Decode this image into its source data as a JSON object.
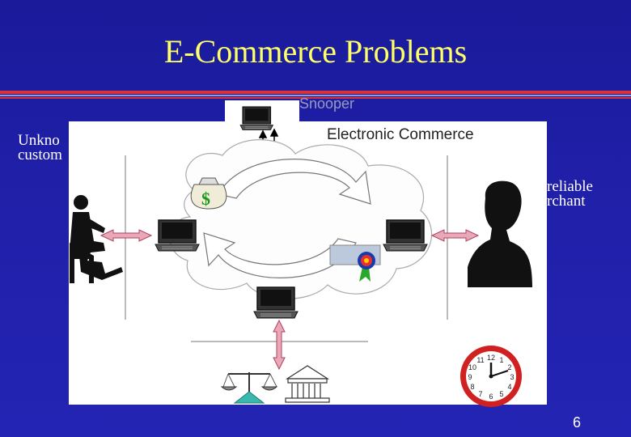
{
  "slide": {
    "title": "E-Commerce Problems",
    "page_number": "6"
  },
  "labels": {
    "snooper": "Snooper",
    "unknown_customer_line1": "Unkno",
    "unknown_customer_line2": "custom",
    "unreliable_merchant_line1": "reliable",
    "unreliable_merchant_line2": "rchant"
  },
  "diagram": {
    "heading": "Electronic Commerce",
    "money_bag_symbol": "$"
  },
  "colors": {
    "background": "#1f1fa8",
    "title": "#ffff66",
    "rule": "#d8323c",
    "arrow": "#e8a8b8"
  },
  "icons": [
    "laptop-icon",
    "customer-silhouette-icon",
    "merchant-silhouette-icon",
    "money-bag-icon",
    "certificate-seal-icon",
    "scales-of-justice-icon",
    "bank-icon",
    "clock-icon"
  ]
}
